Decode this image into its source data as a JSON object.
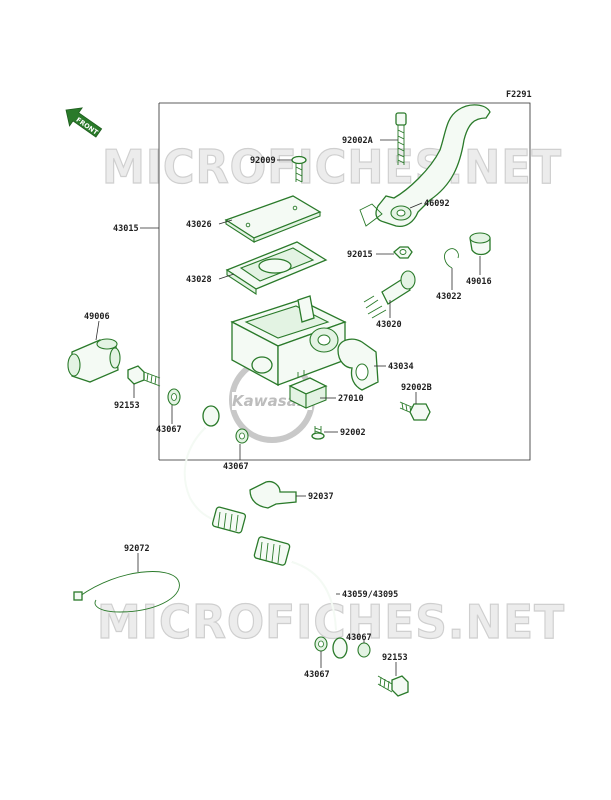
{
  "diagram": {
    "figure_code": "F2291",
    "front_label": "FRONT",
    "watermark_text": "MICROFICHES.NET",
    "logo_text": "Kawasaki",
    "accent_color": "#2a7a2a",
    "parts": {
      "p92002a": "92002A",
      "p92009": "92009",
      "p43015": "43015",
      "p43026": "43026",
      "p46092": "46092",
      "p92015": "92015",
      "p43028": "43028",
      "p49016": "49016",
      "p43022": "43022",
      "p49006": "49006",
      "p43020": "43020",
      "p43034": "43034",
      "p92002b": "92002B",
      "p92153_a": "92153",
      "p43067_a": "43067",
      "p27010": "27010",
      "p92002": "92002",
      "p43067_b": "43067",
      "p92037": "92037",
      "p92072": "92072",
      "p43059": "43059/43095",
      "p43067_c": "43067",
      "p92153_b": "92153",
      "p43067_d": "43067"
    }
  }
}
